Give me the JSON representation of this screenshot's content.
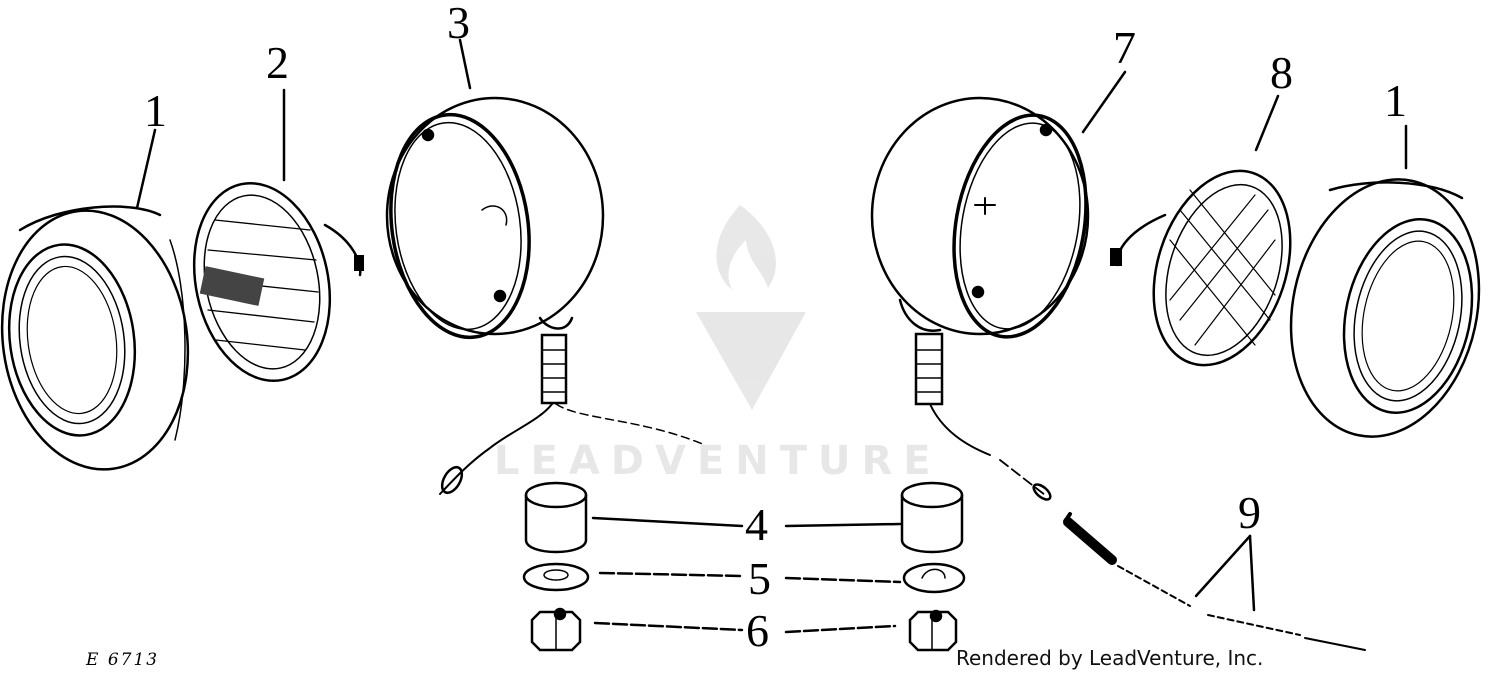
{
  "diagram": {
    "callouts": {
      "c1_left": "1",
      "c2": "2",
      "c3": "3",
      "c4": "4",
      "c5": "5",
      "c6": "6",
      "c7": "7",
      "c8": "8",
      "c1_right": "1",
      "c9": "9"
    },
    "figure_code": "E 6713"
  },
  "watermark": {
    "brand": "LEADVENTURE"
  },
  "footer": {
    "credit": "Rendered by LeadVenture, Inc."
  }
}
